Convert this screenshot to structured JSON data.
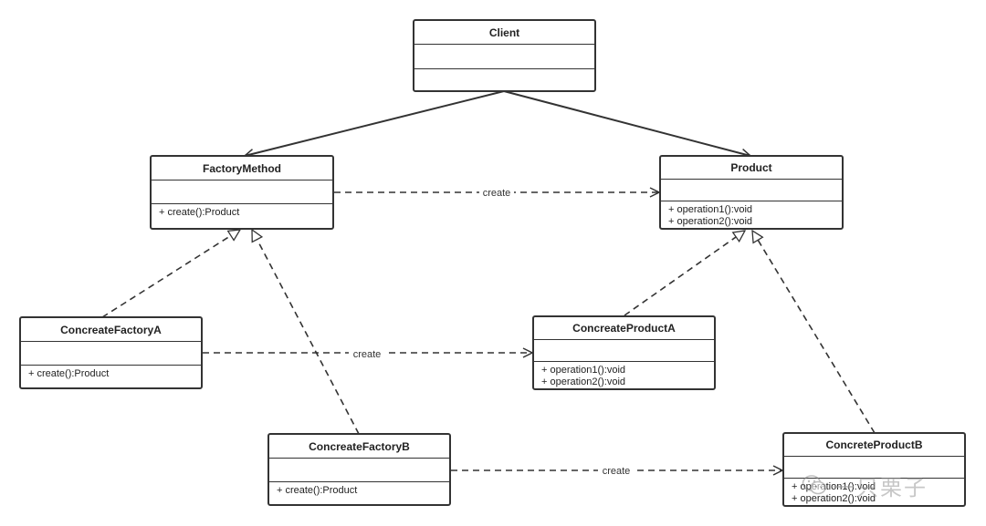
{
  "diagram": {
    "edge_color": "#333333",
    "classes": [
      {
        "id": "client",
        "name": "Client",
        "operations": []
      },
      {
        "id": "factory_method",
        "name": "FactoryMethod",
        "operations": [
          "+ create():Product"
        ]
      },
      {
        "id": "product",
        "name": "Product",
        "operations": [
          "+ operation1():void",
          "+ operation2():void"
        ]
      },
      {
        "id": "concrete_factory_a",
        "name": "ConcreateFactoryA",
        "operations": [
          "+ create():Product"
        ]
      },
      {
        "id": "concrete_product_a",
        "name": "ConcreateProductA",
        "operations": [
          "+ operation1():void",
          "+ operation2():void"
        ]
      },
      {
        "id": "concrete_factory_b",
        "name": "ConcreateFactoryB",
        "operations": [
          "+ create():Product"
        ]
      },
      {
        "id": "concrete_product_b",
        "name": "ConcreteProductB",
        "operations": [
          "+ operation1():void",
          "+ operation2():void"
        ]
      }
    ],
    "edges": [
      {
        "from": "client",
        "to": "factory_method",
        "kind": "association",
        "label": ""
      },
      {
        "from": "client",
        "to": "product",
        "kind": "association",
        "label": ""
      },
      {
        "from": "factory_method",
        "to": "product",
        "kind": "dependency",
        "label": "create"
      },
      {
        "from": "concrete_factory_a",
        "to": "factory_method",
        "kind": "realization",
        "label": ""
      },
      {
        "from": "concrete_factory_b",
        "to": "factory_method",
        "kind": "realization",
        "label": ""
      },
      {
        "from": "concrete_factory_a",
        "to": "concrete_product_a",
        "kind": "dependency",
        "label": "create"
      },
      {
        "from": "concrete_factory_b",
        "to": "concrete_product_b",
        "kind": "dependency",
        "label": "create"
      },
      {
        "from": "concrete_product_a",
        "to": "product",
        "kind": "realization",
        "label": ""
      },
      {
        "from": "concrete_product_b",
        "to": "product",
        "kind": "realization",
        "label": ""
      }
    ]
  },
  "watermark": {
    "text": "一只栗子",
    "icon": "wechat-logo-icon"
  }
}
